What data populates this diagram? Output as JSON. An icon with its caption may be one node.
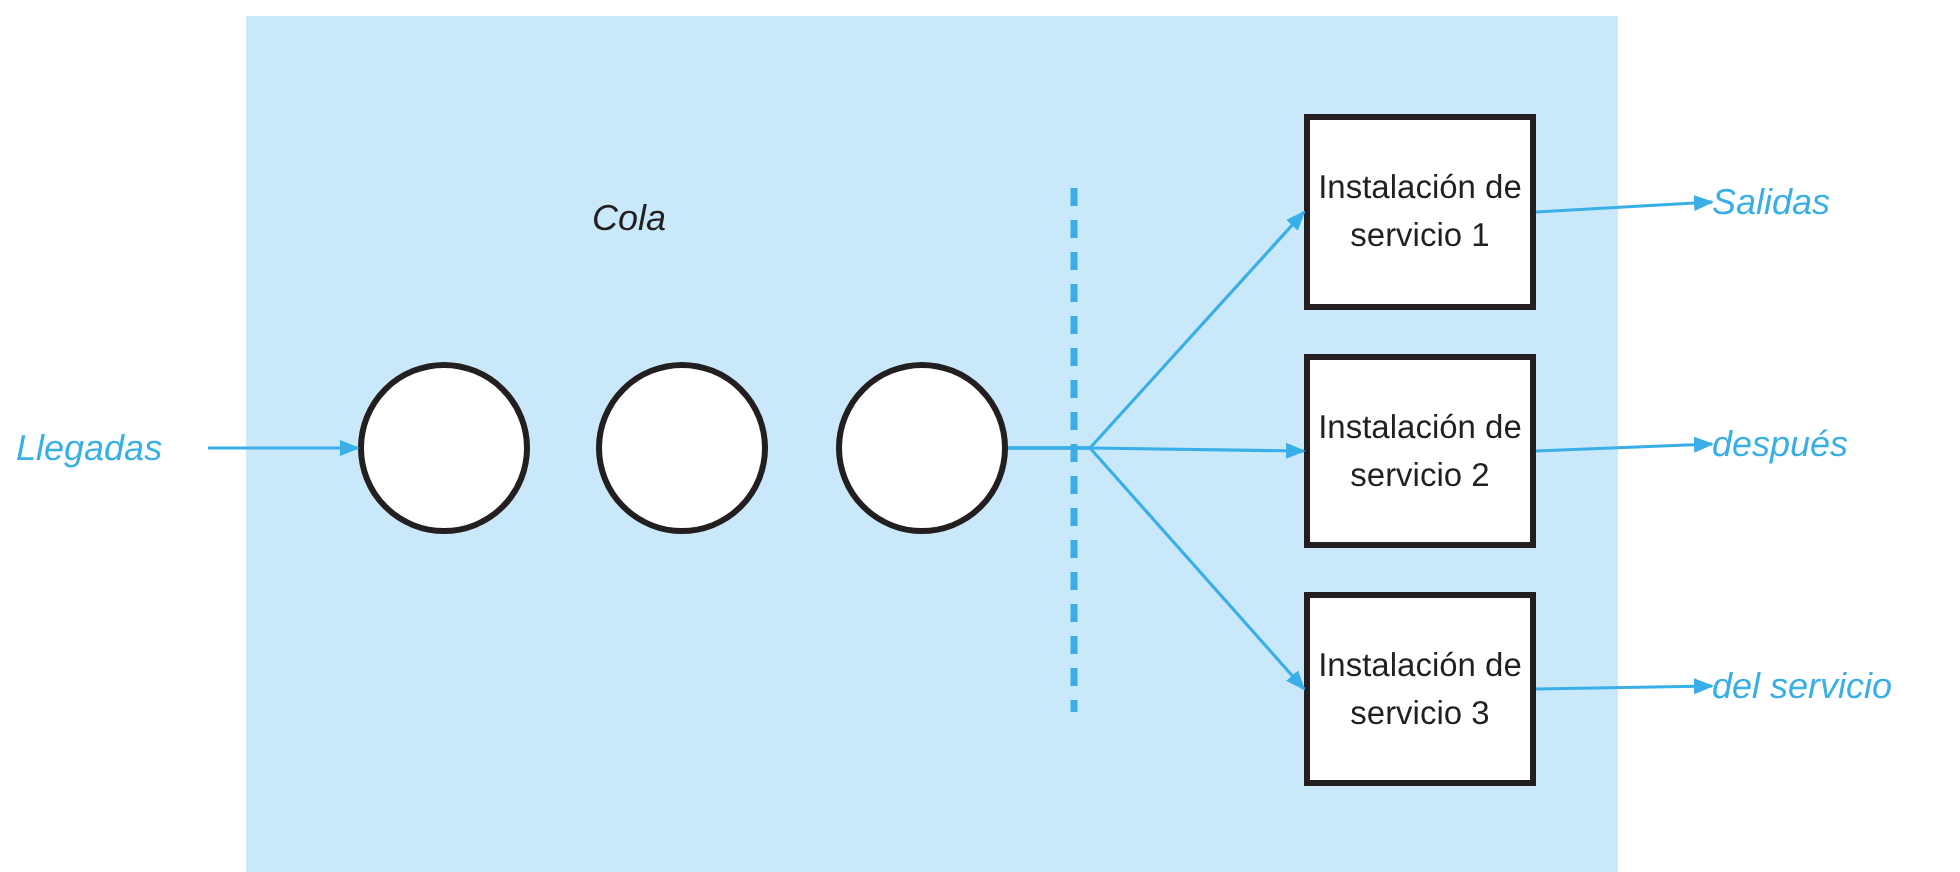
{
  "diagram": {
    "nodes": [
      {
        "text": [],
        "shape": "box"
      },
      {
        "text": [
          "Llegadas"
        ]
      },
      {
        "text": [],
        "shape": "circle",
        "in": 0
      },
      {
        "text": [],
        "shape": "circle",
        "in": 0
      },
      {
        "text": [],
        "shape": "circle",
        "in": 0
      },
      {
        "text": [
          "Instalación de servicio 1"
        ],
        "in": 0
      },
      {
        "text": [
          "Instalación de servicio 2"
        ],
        "in": 0
      },
      {
        "text": [
          "Instalación de servicio 3"
        ],
        "in": 0
      },
      {
        "text": [
          "Salidas"
        ]
      },
      {
        "text": [
          "después"
        ]
      },
      {
        "text": [
          "del servicio"
        ]
      }
    ],
    "edges": [
      {
        "from": 1,
        "to": 2,
        "arrow": "to"
      },
      {
        "from": 4,
        "to": 5,
        "arrow": "to"
      },
      {
        "from": 4,
        "to": 6,
        "arrow": "to"
      },
      {
        "from": 4,
        "to": 7,
        "arrow": "to"
      },
      {
        "from": 5,
        "to": 8,
        "arrow": "to"
      },
      {
        "from": 6,
        "to": 9,
        "arrow": "to"
      },
      {
        "from": 7,
        "to": 10,
        "arrow": "to"
      }
    ],
    "labels": [
      "Cola"
    ]
  }
}
